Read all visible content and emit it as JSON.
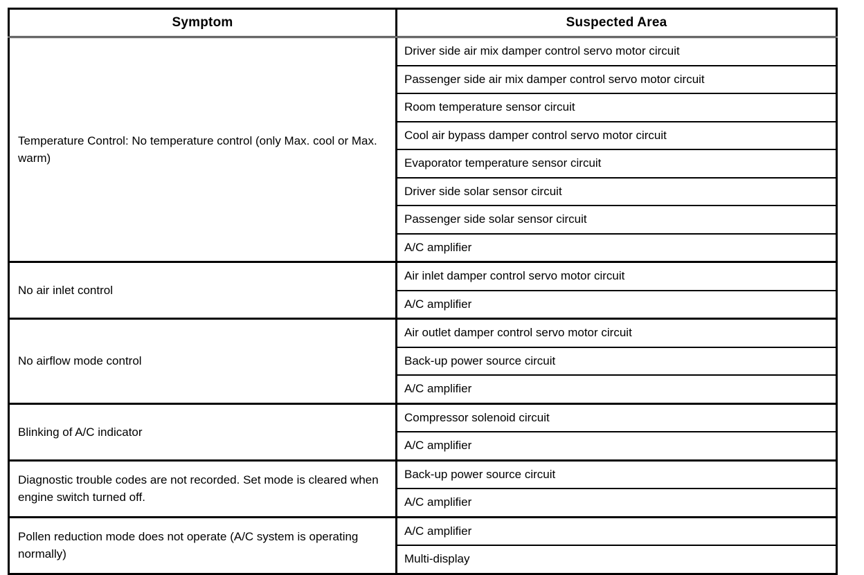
{
  "table": {
    "columns": [
      {
        "key": "symptom",
        "header": "Symptom"
      },
      {
        "key": "suspected_area",
        "header": "Suspected Area"
      }
    ],
    "groups": [
      {
        "symptom": "Temperature Control: No temperature control (only Max. cool or Max. warm)",
        "suspected_areas": [
          "Driver side air mix damper control servo motor circuit",
          "Passenger side air mix damper control servo motor circuit",
          "Room temperature sensor circuit",
          "Cool air bypass damper control servo motor circuit",
          "Evaporator temperature sensor circuit",
          "Driver side solar sensor circuit",
          "Passenger side solar sensor circuit",
          "A/C amplifier"
        ]
      },
      {
        "symptom": "No air inlet control",
        "suspected_areas": [
          "Air inlet damper control servo motor circuit",
          "A/C amplifier"
        ]
      },
      {
        "symptom": "No airflow mode control",
        "suspected_areas": [
          "Air outlet damper control servo motor circuit",
          "Back-up power source circuit",
          "A/C amplifier"
        ]
      },
      {
        "symptom": "Blinking of A/C indicator",
        "suspected_areas": [
          "Compressor solenoid circuit",
          "A/C amplifier"
        ]
      },
      {
        "symptom": "Diagnostic trouble codes are not recorded. Set mode is cleared when engine switch turned off.",
        "suspected_areas": [
          "Back-up power source circuit",
          "A/C amplifier"
        ]
      },
      {
        "symptom": "Pollen reduction mode does not operate (A/C system is operating normally)",
        "suspected_areas": [
          "A/C amplifier",
          "Multi-display"
        ]
      }
    ]
  },
  "style": {
    "text_color": "#000000",
    "background_color": "#ffffff",
    "rule_color": "#000000"
  }
}
